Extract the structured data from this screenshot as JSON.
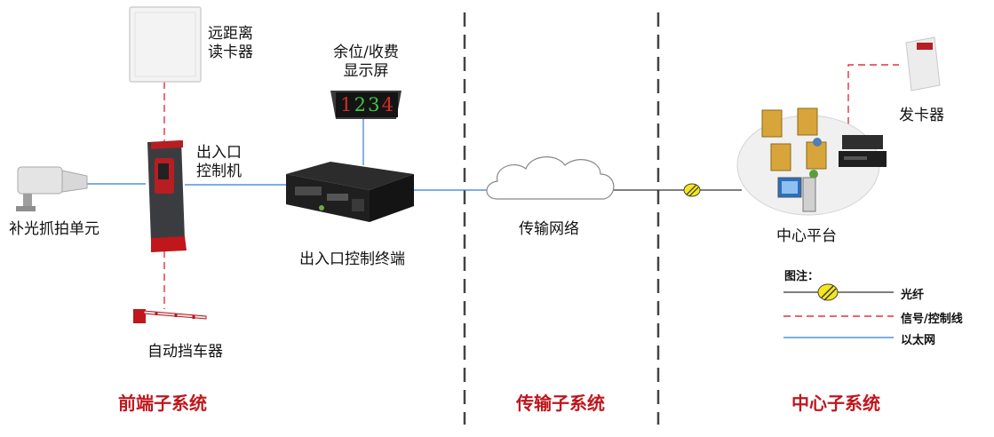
{
  "labels": {
    "remote_reader": [
      "远距离",
      "读卡器"
    ],
    "display_screen": [
      "余位/收费",
      "显示屏"
    ],
    "display_digits": [
      "1",
      "2",
      "3",
      "4"
    ],
    "entrance_controller": [
      "出入口",
      "控制机"
    ],
    "fill_light_camera": "补光抓拍单元",
    "barrier_gate": "自动挡车器",
    "control_terminal": "出入口控制终端",
    "transport_network": "传输网络",
    "center_platform": "中心平台",
    "card_issuer": "发卡器"
  },
  "subsystems": {
    "front": "前端子系统",
    "transport": "传输子系统",
    "center": "中心子系统"
  },
  "legend": {
    "title": "图注：",
    "fiber": "光纤",
    "signal_control": "信号/控制线",
    "ethernet": "以太网"
  },
  "colors": {
    "accent_red": "#c0161c",
    "signal_line": "#e0343a",
    "ethernet_line": "#2f7fd0",
    "fiber_line": "#333333"
  }
}
